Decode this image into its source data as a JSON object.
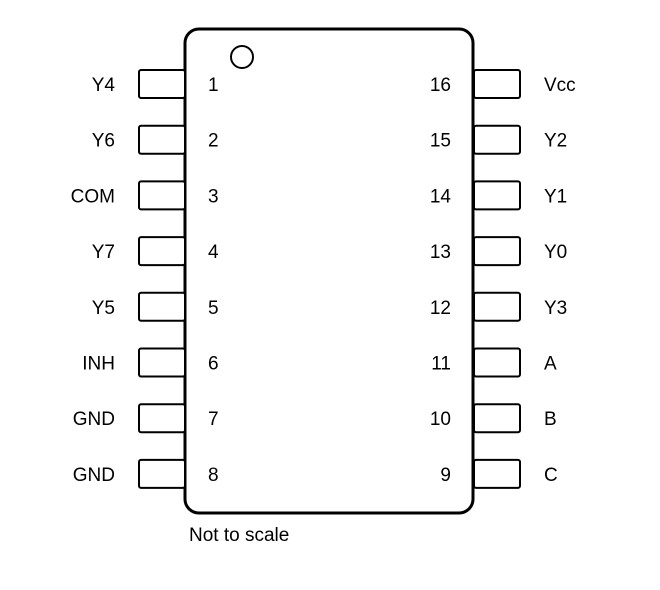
{
  "package": {
    "left_pins": [
      {
        "number": "1",
        "name": "Y4"
      },
      {
        "number": "2",
        "name": "Y6"
      },
      {
        "number": "3",
        "name": "COM"
      },
      {
        "number": "4",
        "name": "Y7"
      },
      {
        "number": "5",
        "name": "Y5"
      },
      {
        "number": "6",
        "name": "INH"
      },
      {
        "number": "7",
        "name": "GND"
      },
      {
        "number": "8",
        "name": "GND"
      }
    ],
    "right_pins": [
      {
        "number": "16",
        "name": "Vcc"
      },
      {
        "number": "15",
        "name": "Y2"
      },
      {
        "number": "14",
        "name": "Y1"
      },
      {
        "number": "13",
        "name": "Y0"
      },
      {
        "number": "12",
        "name": "Y3"
      },
      {
        "number": "11",
        "name": "A"
      },
      {
        "number": "10",
        "name": "B"
      },
      {
        "number": "9",
        "name": "C"
      }
    ]
  },
  "footnote": "Not to scale"
}
